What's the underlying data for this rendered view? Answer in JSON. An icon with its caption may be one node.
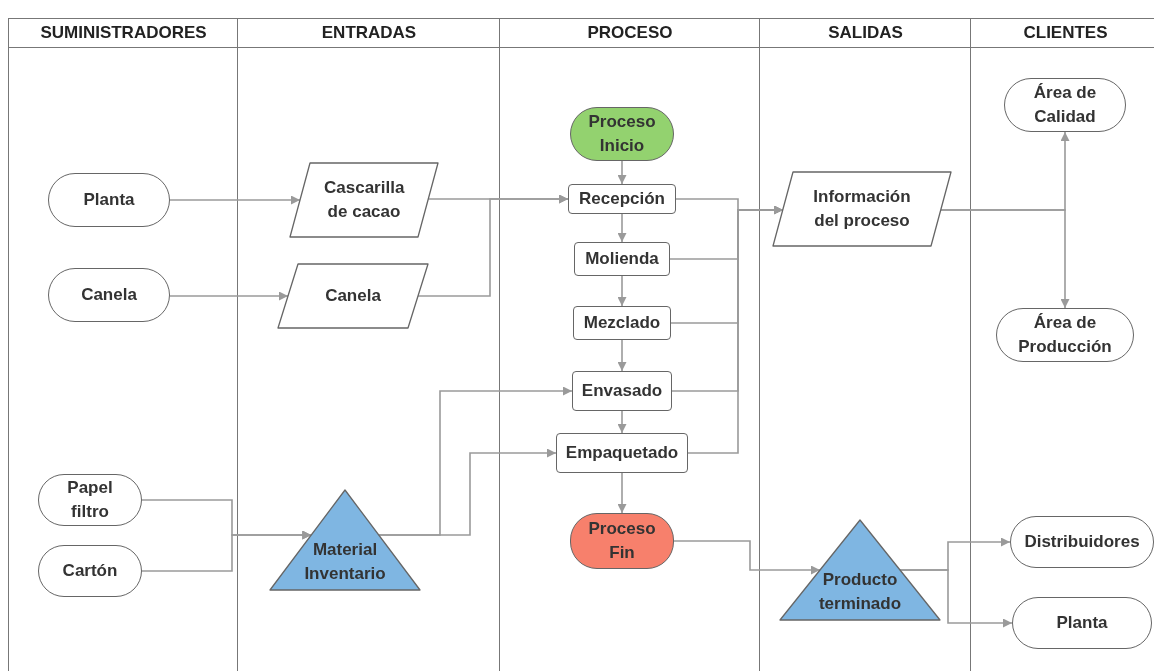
{
  "diagram": {
    "nodes": [
      {
        "text": [
          "Planta"
        ]
      },
      {
        "text": [
          "Canela"
        ]
      },
      {
        "text": [
          "Papel filtro"
        ]
      },
      {
        "text": [
          "Cartón"
        ]
      },
      {
        "text": [
          "Cascarilla de cacao"
        ]
      },
      {
        "text": [
          "Canela"
        ]
      },
      {
        "text": [
          "Material Inventario"
        ]
      },
      {
        "text": [
          "Proceso Inicio"
        ]
      },
      {
        "text": [
          "Recepción"
        ]
      },
      {
        "text": [
          "Molienda"
        ]
      },
      {
        "text": [
          "Mezclado"
        ]
      },
      {
        "text": [
          "Envasado"
        ]
      },
      {
        "text": [
          "Empaquetado"
        ]
      },
      {
        "text": [
          "Proceso Fin"
        ]
      },
      {
        "text": [
          "Información del proceso"
        ]
      },
      {
        "text": [
          "Producto terminado"
        ]
      },
      {
        "text": [
          "Área de Calidad"
        ]
      },
      {
        "text": [
          "Área de Producción"
        ]
      },
      {
        "text": [
          "Distribuidores"
        ]
      },
      {
        "text": [
          "Planta"
        ]
      }
    ],
    "edges": [
      {
        "from": 0,
        "to": 4,
        "arrow": "to"
      },
      {
        "from": 1,
        "to": 5,
        "arrow": "to"
      },
      {
        "from": 4,
        "to": 8,
        "arrow": "to"
      },
      {
        "from": 5,
        "to": 8,
        "arrow": "to"
      },
      {
        "from": 2,
        "to": 6,
        "arrow": "to"
      },
      {
        "from": 3,
        "to": 6,
        "arrow": "to"
      },
      {
        "from": 6,
        "to": 11,
        "arrow": "to"
      },
      {
        "from": 6,
        "to": 12,
        "arrow": "to"
      },
      {
        "from": 7,
        "to": 8,
        "arrow": "to"
      },
      {
        "from": 8,
        "to": 9,
        "arrow": "to"
      },
      {
        "from": 9,
        "to": 10,
        "arrow": "to"
      },
      {
        "from": 10,
        "to": 11,
        "arrow": "to"
      },
      {
        "from": 11,
        "to": 12,
        "arrow": "to"
      },
      {
        "from": 12,
        "to": 13,
        "arrow": "to"
      },
      {
        "from": 8,
        "to": 14,
        "arrow": "to"
      },
      {
        "from": 9,
        "to": 14,
        "arrow": "to"
      },
      {
        "from": 10,
        "to": 14,
        "arrow": "to"
      },
      {
        "from": 11,
        "to": 14,
        "arrow": "to"
      },
      {
        "from": 12,
        "to": 14,
        "arrow": "to"
      },
      {
        "from": 14,
        "to": 16,
        "arrow": "to"
      },
      {
        "from": 14,
        "to": 17,
        "arrow": "to"
      },
      {
        "from": 13,
        "to": 15,
        "arrow": "to"
      },
      {
        "from": 15,
        "to": 18,
        "arrow": "to"
      },
      {
        "from": 15,
        "to": 19,
        "arrow": "to"
      }
    ],
    "labels": [
      "SUMINISTRADORES",
      "ENTRADAS",
      "PROCESO",
      "SALIDAS",
      "CLIENTES"
    ]
  }
}
